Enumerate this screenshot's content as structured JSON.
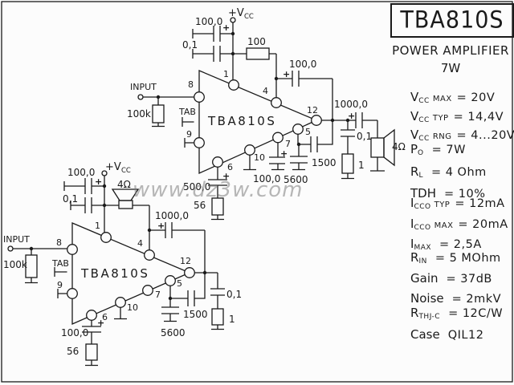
{
  "watermark": {
    "text": "www.dz3w.com"
  },
  "sym": {
    "plus": "+"
  },
  "panel": {
    "title": "TBA810S",
    "subtitle": "POWER AMPLIFIER",
    "power": "7W",
    "specs": [
      {
        "base": "V",
        "sub": "CC",
        "qual": "MAX",
        "value": "= 20V"
      },
      {
        "base": "V",
        "sub": "CC",
        "qual": "TYP",
        "value": "= 14,4V"
      },
      {
        "base": "V",
        "sub": "CC",
        "qual": "RNG",
        "value": "= 4...20V"
      },
      {
        "base": "P",
        "sub": "O",
        "qual": "",
        "value": "= 7W"
      },
      {
        "base": "R",
        "sub": "L",
        "qual": "",
        "value": "= 4 Ohm"
      },
      {
        "base": "TDH",
        "sub": "",
        "qual": "",
        "value": "= 10%"
      },
      {
        "base": "I",
        "sub": "CCO",
        "qual": "TYP",
        "value": "= 12mA"
      },
      {
        "base": "I",
        "sub": "CCO",
        "qual": "MAX",
        "value": "= 20mA"
      },
      {
        "base": "I",
        "sub": "MAX",
        "qual": "",
        "value": "= 2,5A"
      },
      {
        "base": "R",
        "sub": "IN",
        "qual": "",
        "value": "= 5 MOhm"
      },
      {
        "base": "Gain",
        "sub": "",
        "qual": "",
        "value": "= 37dB"
      },
      {
        "base": "Noise",
        "sub": "",
        "qual": "",
        "value": "= 2mkV"
      },
      {
        "base": "R",
        "sub": "THJ-C",
        "qual": "",
        "value": "= 12C/W"
      },
      {
        "base": "Case",
        "sub": "",
        "qual": "",
        "value": "QIL12"
      }
    ]
  },
  "c1": {
    "vcc": "+V",
    "vcc_sub": "CC",
    "input": "INPUT",
    "r_in": "100k",
    "tab": "TAB",
    "ic": "TBA810S",
    "spk": "4Ω",
    "c_dec1": "100,0",
    "c_dec2": "0,1",
    "r_sup": "100",
    "c_boot": "100,0",
    "c_out": "1000,0",
    "c_zob": "0,1",
    "r_zob": "1",
    "c_p6": "500,0",
    "r_p6": "56",
    "c_p7": "100,0",
    "c_p5_gnd": "5600",
    "c_p5_fb": "1500",
    "p1": "1",
    "p4": "4",
    "p5": "5",
    "p6": "6",
    "p7": "7",
    "p8": "8",
    "p9": "9",
    "p10": "10",
    "p12": "12"
  },
  "c2": {
    "vcc": "+V",
    "vcc_sub": "CC",
    "input": "INPUT",
    "r_in": "100k",
    "tab": "TAB",
    "ic": "TBA810S",
    "spk": "4Ω",
    "c_dec1": "100,0",
    "c_dec2": "0,1",
    "c_out": "1000,0",
    "c_zob": "0,1",
    "r_zob": "1",
    "c_p6": "100,0",
    "r_p6": "56",
    "c_p5_gnd": "5600",
    "c_p5_fb": "1500",
    "p1": "1",
    "p4": "4",
    "p5": "5",
    "p6": "6",
    "p7": "7",
    "p8": "8",
    "p9": "9",
    "p10": "10",
    "p12": "12"
  }
}
